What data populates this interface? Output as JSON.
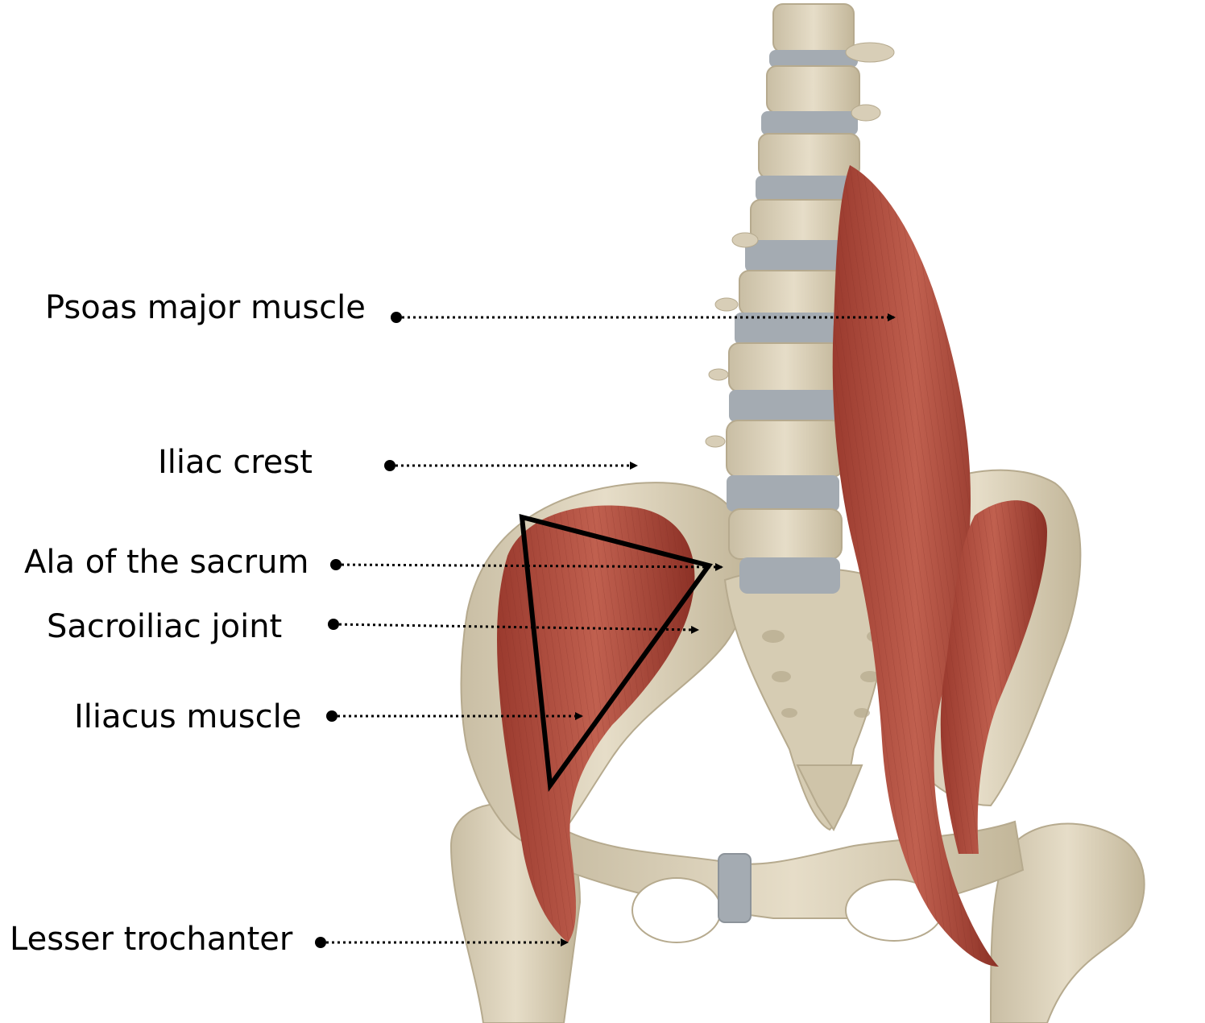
{
  "labels": {
    "psoas": "Psoas major muscle",
    "iliac_crest": "Iliac crest",
    "ala_sacrum": "Ala of the sacrum",
    "sacroiliac": "Sacroiliac joint",
    "iliacus": "Iliacus muscle",
    "lesser_trochanter": "Lesser trochanter"
  },
  "colors": {
    "bone": "#ddd3bd",
    "bone_shadow": "#b6aa8e",
    "disc": "#a4abb2",
    "muscle": "#b24e3f",
    "muscle_dark": "#8e3328",
    "annotation": "#000000",
    "background": "#ffffff"
  }
}
